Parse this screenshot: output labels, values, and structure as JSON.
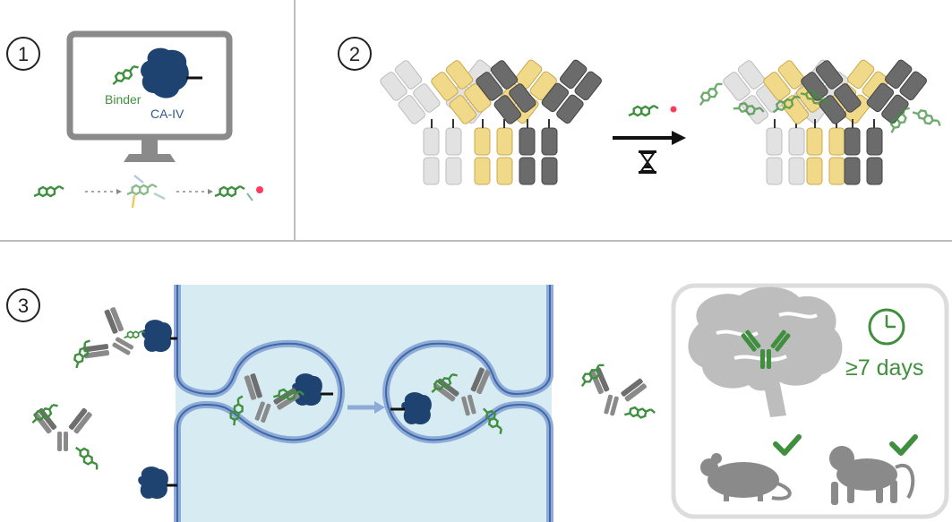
{
  "steps": [
    "1",
    "2",
    "3"
  ],
  "labels": {
    "binder": "Binder",
    "target": "CA-IV",
    "duration": "≥7 days"
  },
  "colors": {
    "binder_green": "#3f8f3f",
    "ca4_blue": "#1f4370",
    "antibody_light": "#d9d9d9",
    "antibody_yellow": "#f1d98a",
    "antibody_dark": "#666666",
    "vessel_fill": "#d6ebf2",
    "membrane_blue": "#8eaad6",
    "check_green": "#3f8f3f",
    "label_blue": "#2d5a8c"
  },
  "icons": [
    "computer-monitor-icon",
    "hourglass-icon",
    "arrow-right-icon",
    "clock-icon",
    "brain-icon",
    "mouse-icon",
    "monkey-icon",
    "checkmark-icon"
  ]
}
